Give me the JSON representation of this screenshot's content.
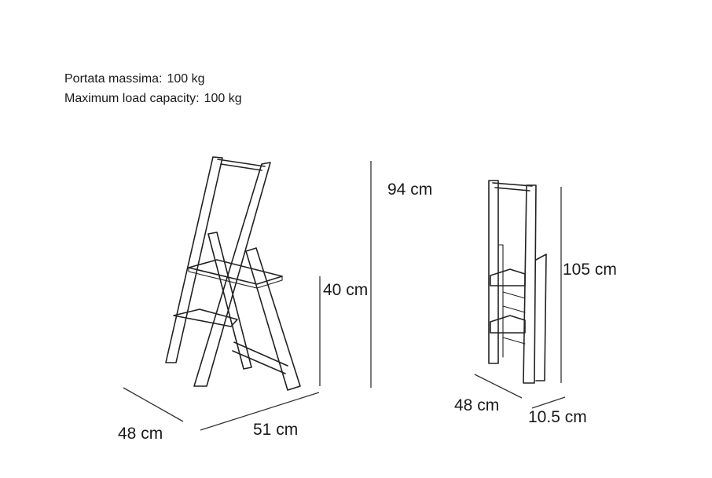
{
  "load": {
    "it_label": "Portata massima:",
    "it_value": "100 kg",
    "en_label": "Maximum load capacity:",
    "en_value": "100 kg"
  },
  "dimensions": {
    "open_height_total": "94 cm",
    "open_step_height": "40 cm",
    "open_depth": "48 cm",
    "open_width": "51 cm",
    "closed_height": "105 cm",
    "closed_depth": "48 cm",
    "closed_thickness": "10.5 cm"
  }
}
